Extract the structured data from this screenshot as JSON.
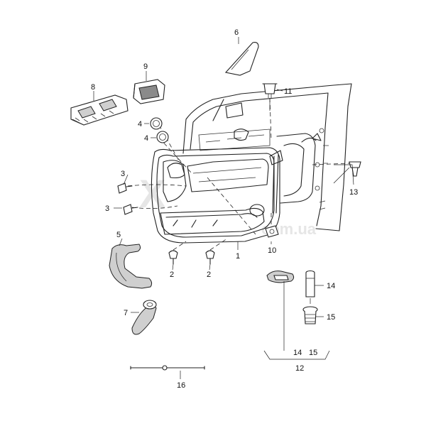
{
  "watermark": {
    "main": "X",
    "sub": "com.ua"
  },
  "callouts": {
    "c1": "1",
    "c2a": "2",
    "c2b": "2",
    "c3a": "3",
    "c3b": "3",
    "c4a": "4",
    "c4b": "4",
    "c5": "5",
    "c6": "6",
    "c7": "7",
    "c8": "8",
    "c9": "9",
    "c10": "10",
    "c11": "11",
    "c12": "12",
    "c13": "13",
    "c14": "14",
    "c14b": "14",
    "c15": "15",
    "c15b": "15",
    "c16": "16"
  }
}
